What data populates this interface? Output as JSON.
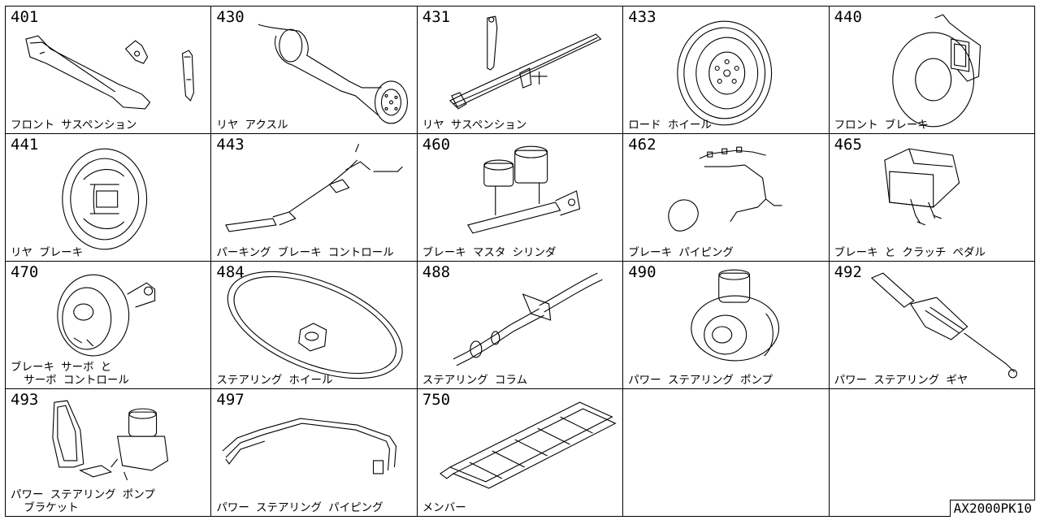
{
  "parts": [
    {
      "code": "401",
      "name": "フロント サスペンション"
    },
    {
      "code": "430",
      "name": "リヤ アクスル"
    },
    {
      "code": "431",
      "name": "リヤ サスペンション"
    },
    {
      "code": "433",
      "name": "ロード ホイール"
    },
    {
      "code": "440",
      "name": "フロント ブレーキ"
    },
    {
      "code": "441",
      "name": "リヤ ブレーキ"
    },
    {
      "code": "443",
      "name": "パーキング ブレーキ コントロール"
    },
    {
      "code": "460",
      "name": "ブレーキ マスタ シリンダ"
    },
    {
      "code": "462",
      "name": "ブレーキ パイピング"
    },
    {
      "code": "465",
      "name": "ブレーキ と クラッチ ペダル"
    },
    {
      "code": "470",
      "name": "ブレーキ サーボ と\n  サーボ コントロール"
    },
    {
      "code": "484",
      "name": "ステアリング ホイール"
    },
    {
      "code": "488",
      "name": "ステアリング コラム"
    },
    {
      "code": "490",
      "name": "パワー ステアリング ポンプ"
    },
    {
      "code": "492",
      "name": "パワー ステアリング ギヤ"
    },
    {
      "code": "493",
      "name": "パワー ステアリング ポンプ\n  ブラケット"
    },
    {
      "code": "497",
      "name": "パワー ステアリング パイピング"
    },
    {
      "code": "750",
      "name": "メンバー"
    }
  ],
  "reference_code": "AX2000PK10"
}
